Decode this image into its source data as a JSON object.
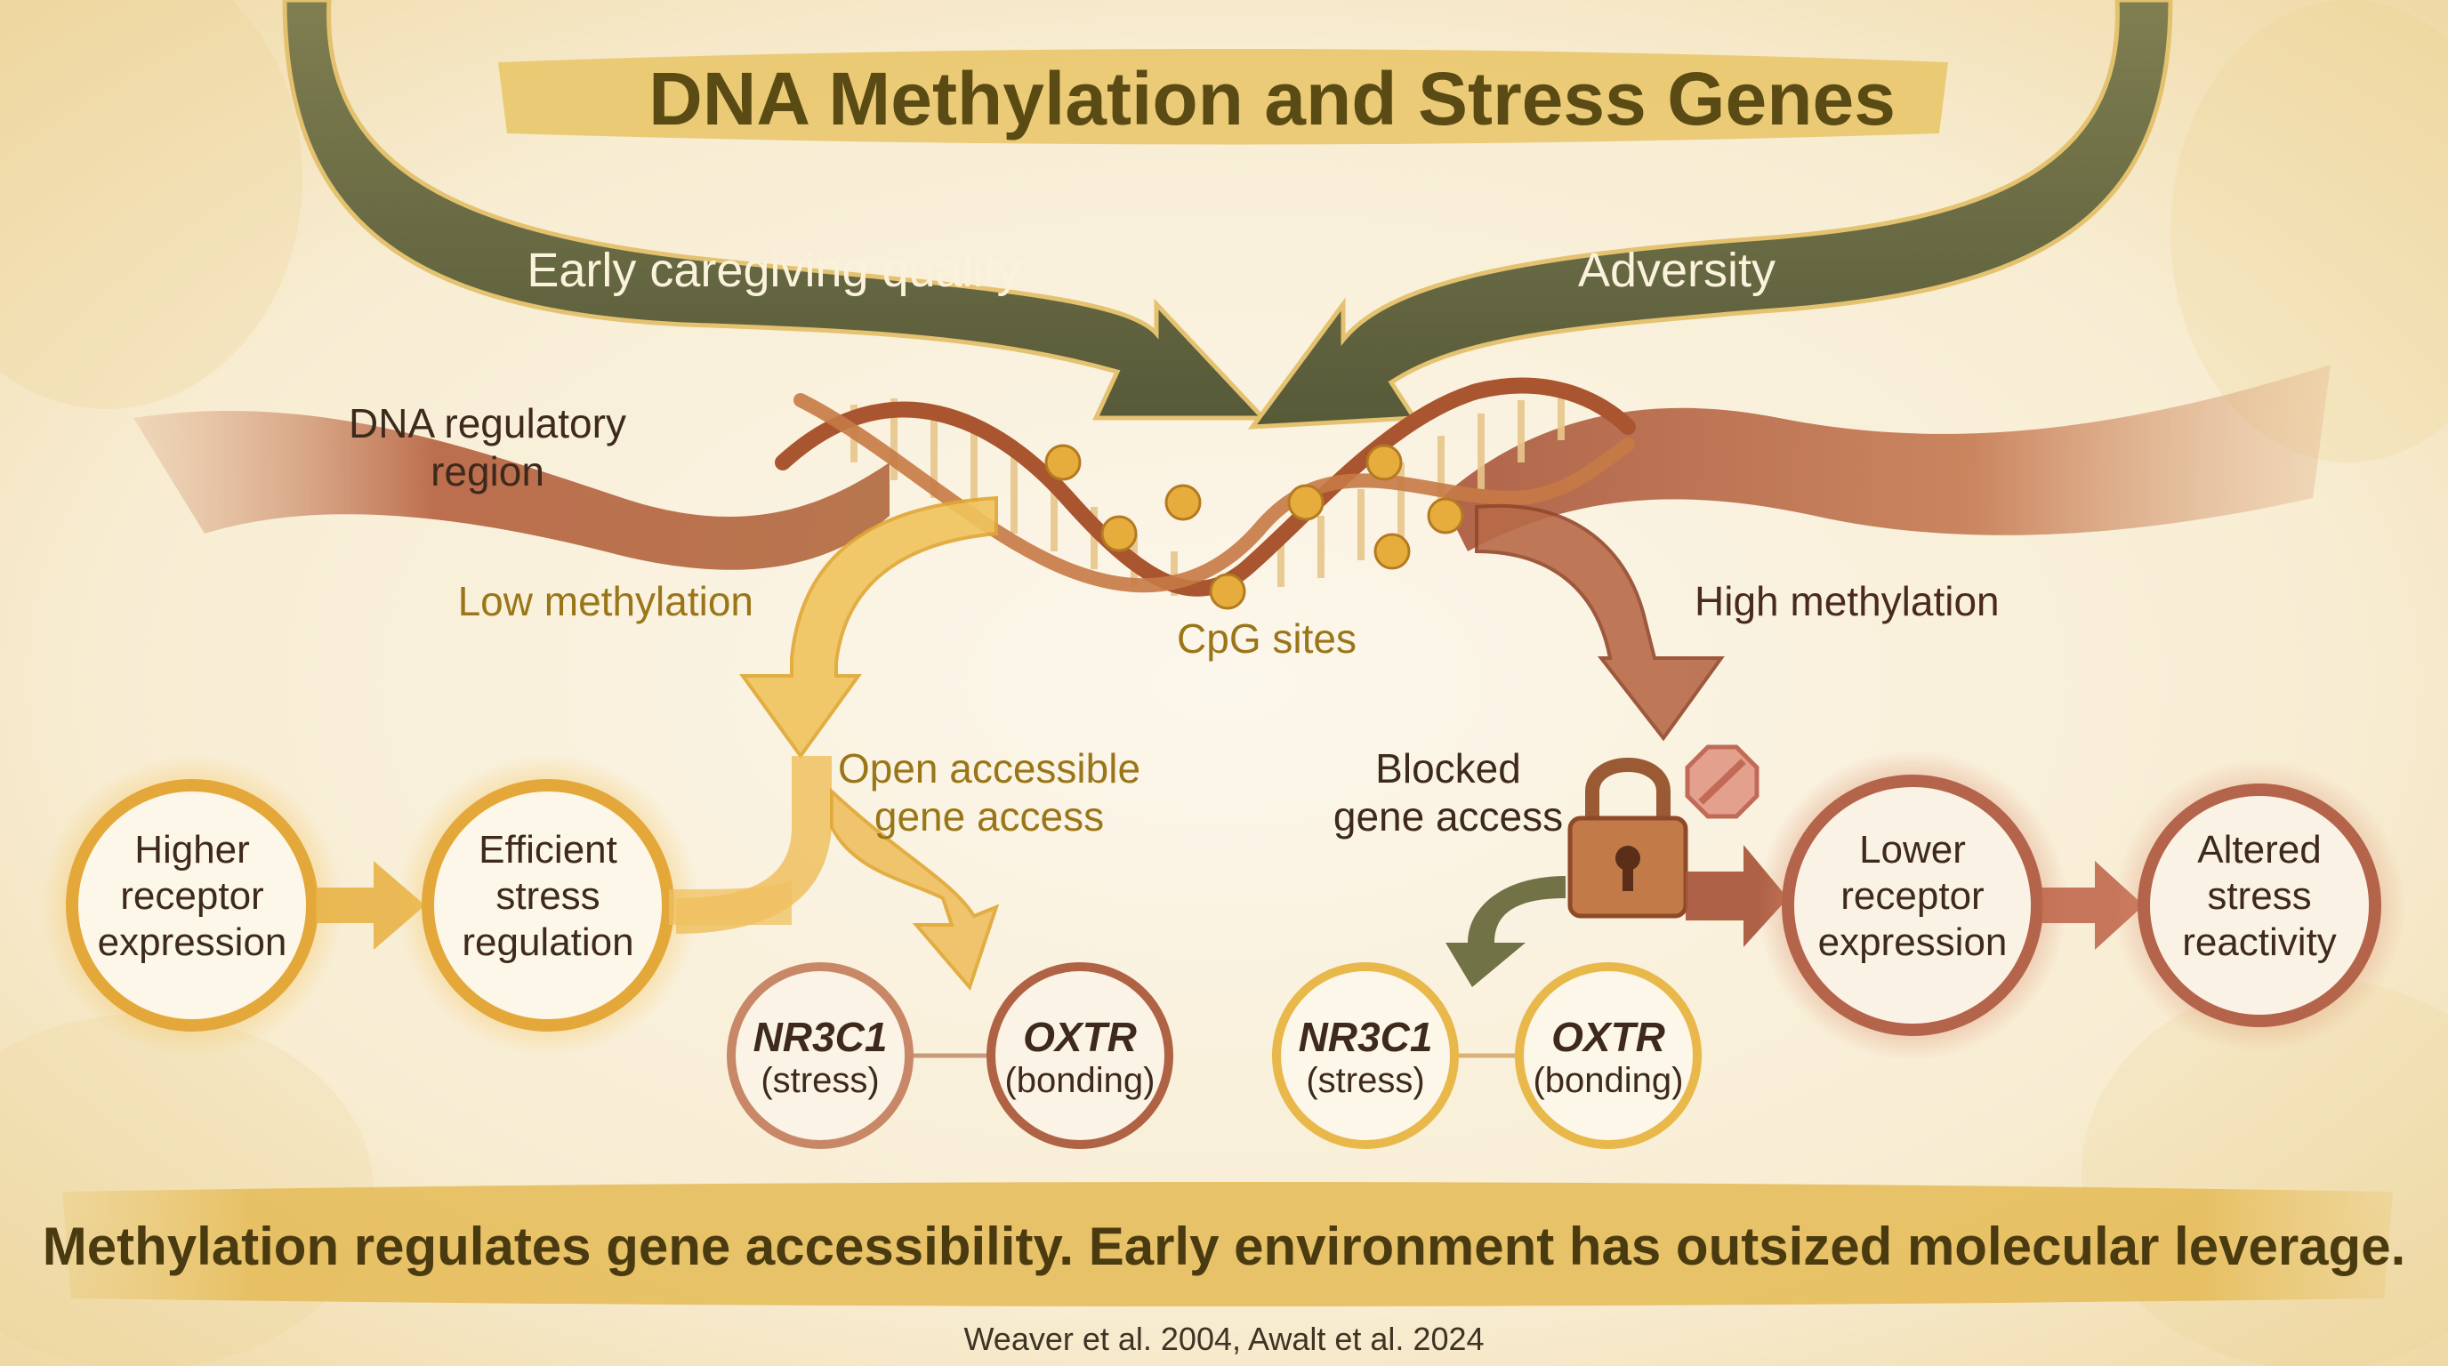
{
  "title": "DNA Methylation and Stress Genes",
  "inputs": {
    "left": "Early caregiving quality",
    "right": "Adversity"
  },
  "dna": {
    "region_label": [
      "DNA regulatory",
      "region"
    ],
    "cpg_label": "CpG sites"
  },
  "left_path": {
    "methylation_label": "Low methylation",
    "access_label": [
      "Open accessible",
      "gene access"
    ],
    "circles": [
      {
        "lines": [
          "Higher",
          "receptor",
          "expression"
        ]
      },
      {
        "lines": [
          "Efficient",
          "stress",
          "regulation"
        ]
      }
    ],
    "genes": [
      {
        "name": "NR3C1",
        "role": "(stress)"
      },
      {
        "name": "OXTR",
        "role": "(bonding)"
      }
    ]
  },
  "right_path": {
    "methylation_label": "High methylation",
    "access_label": [
      "Blocked",
      "gene access"
    ],
    "circles": [
      {
        "lines": [
          "Lower",
          "receptor",
          "expression"
        ]
      },
      {
        "lines": [
          "Altered",
          "stress",
          "reactivity"
        ]
      }
    ],
    "genes": [
      {
        "name": "NR3C1",
        "role": "(stress)"
      },
      {
        "name": "OXTR",
        "role": "(bonding)"
      }
    ]
  },
  "summary": "Methylation regulates gene accessibility. Early environment has outsized molecular leverage.",
  "citation": "Weaver et al. 2004, Awalt et al. 2024",
  "icons": [
    "padlock-icon",
    "stop-sign-icon"
  ],
  "colors": {
    "gold": "#e2b24a",
    "olive": "#5f6238",
    "rust": "#a8553a",
    "cream": "#fbf4e6",
    "title_text": "#5a4a14"
  }
}
